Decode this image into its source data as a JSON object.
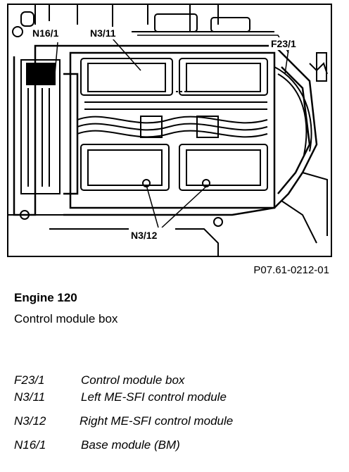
{
  "figure": {
    "callouts": {
      "n16_1": "N16/1",
      "n3_11": "N3/11",
      "f23_1": "F23/1",
      "n3_12": "N3/12"
    }
  },
  "figure_ref": "P07.61-0212-01",
  "title": "Engine 120",
  "subtitle": "Control module box",
  "legend": [
    {
      "code": "F23/1",
      "desc": "Control module box"
    },
    {
      "code": "N3/11",
      "desc": "Left ME-SFI control module"
    },
    {
      "code": "N3/12",
      "desc": "Right ME-SFI control module"
    },
    {
      "code": "N16/1",
      "desc": "Base module (BM)"
    }
  ]
}
